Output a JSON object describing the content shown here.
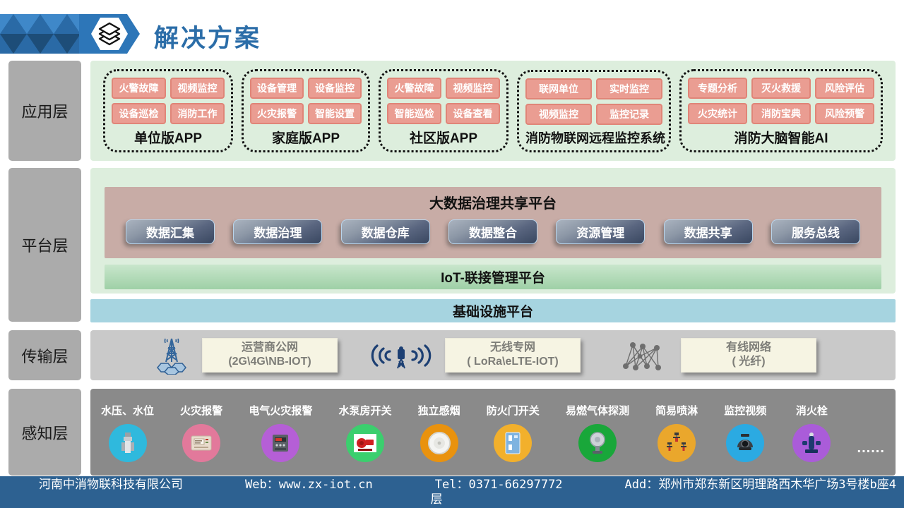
{
  "header": {
    "title": "解决方案"
  },
  "layers": {
    "application": {
      "label": "应用层",
      "groups": [
        {
          "title": "单位版APP",
          "items": [
            "火警故障",
            "视频监控",
            "设备巡检",
            "消防工作"
          ]
        },
        {
          "title": "家庭版APP",
          "items": [
            "设备管理",
            "设备监控",
            "火灾报警",
            "智能设置"
          ]
        },
        {
          "title": "社区版APP",
          "items": [
            "火警故障",
            "视频监控",
            "智能巡检",
            "设备查看"
          ]
        },
        {
          "title": "消防物联网远程监控系统",
          "items": [
            "联网单位",
            "实时监控",
            "视频监控",
            "监控记录"
          ]
        },
        {
          "title": "消防大脑智能AI",
          "items": [
            "专题分析",
            "灭火救援",
            "风险评估",
            "火灾统计",
            "消防宝典",
            "风险预警"
          ]
        }
      ]
    },
    "platform": {
      "label": "平台层",
      "bigdata_title": "大数据治理共享平台",
      "modules": [
        "数据汇集",
        "数据治理",
        "数据仓库",
        "数据整合",
        "资源管理",
        "数据共享",
        "服务总线"
      ],
      "iot_bar": "IoT-联接管理平台",
      "infra_bar": "基础设施平台"
    },
    "transmission": {
      "label": "传输层",
      "networks": [
        {
          "icon": "cell-tower-icon",
          "line1": "运营商公网",
          "line2": "(2G\\4G\\NB-IOT)"
        },
        {
          "icon": "wireless-signal-icon",
          "line1": "无线专网",
          "line2": "( LoRa\\eLTE-IOT)"
        },
        {
          "icon": "mesh-network-icon",
          "line1": "有线网络",
          "line2": "( 光纤)"
        }
      ]
    },
    "perception": {
      "label": "感知层",
      "sensors": [
        {
          "name": "水压、水位",
          "color": "#2fb9dd",
          "icon": "water-pressure-sensor-icon"
        },
        {
          "name": "火灾报警",
          "color": "#e2799b",
          "icon": "fire-alarm-panel-icon"
        },
        {
          "name": "电气火灾报警",
          "color": "#b55fd6",
          "icon": "electrical-fire-monitor-icon"
        },
        {
          "name": "水泵房开关",
          "color": "#3bcf6e",
          "icon": "water-pump-icon"
        },
        {
          "name": "独立感烟",
          "color": "#e9920e",
          "icon": "smoke-detector-icon"
        },
        {
          "name": "防火门开关",
          "color": "#f2b02c",
          "icon": "fire-door-icon"
        },
        {
          "name": "易燃气体探测",
          "color": "#19a73a",
          "icon": "gas-detector-icon"
        },
        {
          "name": "简易喷淋",
          "color": "#eaa72c",
          "icon": "sprinkler-icon"
        },
        {
          "name": "监控视频",
          "color": "#2baae2",
          "icon": "cctv-camera-icon"
        },
        {
          "name": "消火栓",
          "color": "#aa5cd9",
          "icon": "fire-hydrant-icon"
        }
      ],
      "more": "......"
    }
  },
  "footer": {
    "company": "河南中消物联科技有限公司",
    "web": "Web：www.zx-iot.cn",
    "tel": "Tel：0371-66297772",
    "address": "Add：郑州市郑东新区明理路西木华广场3号楼b座4层"
  },
  "colors": {
    "accent_blue": "#2b6da8",
    "footer_bg": "#2d6191",
    "app_chip": "#ea9d92",
    "strip_green": "#ddeedd",
    "bigdata_mauve": "#c8aca6",
    "iot_green": "#9ed0a6",
    "infra_blue": "#a6d4e0",
    "label_gray": "#ababab"
  }
}
